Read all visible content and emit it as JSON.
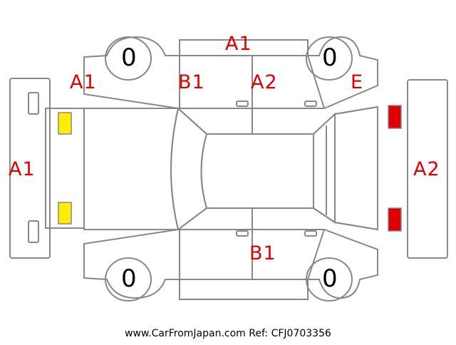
{
  "damage_codes": {
    "roof": "A1",
    "front_left": "A1",
    "front_bumper": "A1",
    "left_front_door": "B1",
    "left_rear_door": "A2",
    "rear_left": "E",
    "rear_bumper": "A2",
    "right_door": "B1"
  },
  "tires": {
    "front_left": "0",
    "rear_left": "0",
    "front_right": "0",
    "rear_right": "0"
  },
  "colors": {
    "outline": "#888888",
    "code_text": "#e00000",
    "headlight": "#ffee00",
    "taillight": "#dd0000"
  },
  "footer": {
    "watermark": "www.CarFromJapan.com Ref: CFJ0703356"
  }
}
